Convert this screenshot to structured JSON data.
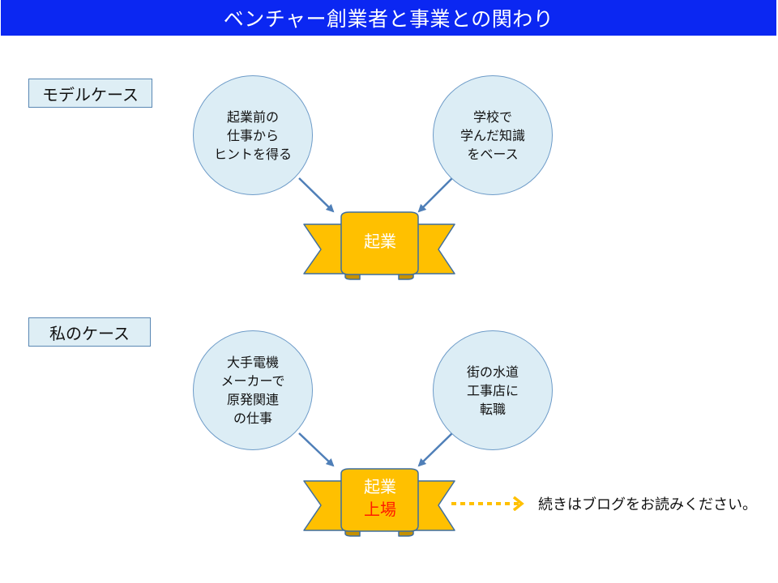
{
  "title": "ベンチャー創業者と事業との関わり",
  "model_case": {
    "label": "モデルケース",
    "left_circle": [
      "起業前の",
      "仕事から",
      "ヒントを得る"
    ],
    "right_circle": [
      "学校で",
      "学んだ知識",
      "をベース"
    ],
    "ribbon": "起業"
  },
  "my_case": {
    "label": "私のケース",
    "left_circle": [
      "大手電機",
      "メーカーで",
      "原発関連",
      "の仕事"
    ],
    "right_circle": [
      "街の水道",
      "工事店に",
      "転職"
    ],
    "ribbon_line1": "起業",
    "ribbon_line2": "上場"
  },
  "note": "続きはブログをお読みください。",
  "colors": {
    "title_bg": "#0b27f2",
    "circle_fill": "#dcedf5",
    "ribbon_fill": "#ffc000",
    "arrow": "#4f7fb8",
    "dotted_arrow": "#ffc000",
    "highlight_text": "#ff1a00"
  }
}
